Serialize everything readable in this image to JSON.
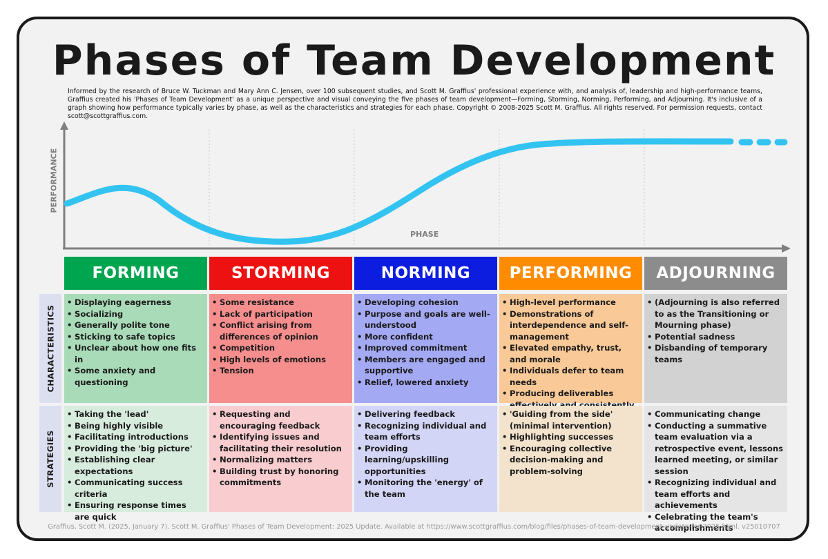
{
  "title": "Phases of Team Development",
  "intro": "Informed by the research of Bruce W. Tuckman and Mary Ann C. Jensen, over 100 subsequent studies, and Scott M. Graffius' professional experience with, and analysis of, leadership and high-performance teams, Graffius created his 'Phases of Team Development' as a unique perspective and visual conveying the five phases of team development—Forming, Storming, Norming, Performing, and Adjourning. It's inclusive of a graph showing how performance typically varies by phase, as well as the characteristics and strategies for each phase. Copyright © 2008-2025 Scott M. Graffius. All rights reserved. For permission requests, contact scott@scottgraffius.com.",
  "graph": {
    "y_axis_label": "PERFORMANCE",
    "x_axis_label": "PHASE",
    "curve_color": "#33c3f0",
    "axis_color": "#7f7f7f"
  },
  "row_labels": {
    "characteristics": "CHARACTERISTICS",
    "strategies": "STRATEGIES"
  },
  "phases": [
    {
      "name": "FORMING",
      "header_color": "#00a54f",
      "char_bg": "#a9dbb8",
      "strat_bg": "#d7ecdd",
      "characteristics": [
        "Displaying eagerness",
        "Socializing",
        "Generally polite tone",
        "Sticking to safe topics",
        "Unclear about how one fits in",
        "Some anxiety and questioning"
      ],
      "strategies": [
        "Taking the 'lead'",
        "Being highly visible",
        "Facilitating introductions",
        "Providing the 'big picture'",
        "Establishing clear expectations",
        "Communicating success criteria",
        "Ensuring response times are quick"
      ]
    },
    {
      "name": "STORMING",
      "header_color": "#ee1111",
      "char_bg": "#f78e8e",
      "strat_bg": "#f9cdd0",
      "characteristics": [
        "Some resistance",
        "Lack of participation",
        "Conflict arising from differences of opinion",
        "Competition",
        "High levels of emotions",
        "Tension"
      ],
      "strategies": [
        "Requesting and encouraging feedback",
        "Identifying issues and facilitating their resolution",
        "Normalizing matters",
        "Building trust by honoring commitments"
      ]
    },
    {
      "name": "NORMING",
      "header_color": "#0d1de0",
      "char_bg": "#a4a9f4",
      "strat_bg": "#d2d5f5",
      "characteristics": [
        "Developing cohesion",
        "Purpose and goals are well-understood",
        "More confident",
        "Improved commitment",
        "Members are engaged and supportive",
        "Relief, lowered anxiety"
      ],
      "strategies": [
        "Delivering feedback",
        "Recognizing individual and team efforts",
        "Providing learning/upskilling opportunities",
        "Monitoring the 'energy' of the team"
      ]
    },
    {
      "name": "PERFORMING",
      "header_color": "#ff8c00",
      "char_bg": "#f9c997",
      "strat_bg": "#f3e3cc",
      "characteristics": [
        "High-level performance",
        "Demonstrations of interdependence and self-management",
        "Elevated empathy, trust, and morale",
        "Individuals defer to team needs",
        "Producing deliverables effectively and consistently"
      ],
      "strategies": [
        "'Guiding from the side' (minimal intervention)",
        "Highlighting successes",
        "Encouraging collective decision-making and problem-solving"
      ]
    },
    {
      "name": "ADJOURNING",
      "header_color": "#8c8c8c",
      "char_bg": "#d2d2d2",
      "strat_bg": "#e5e5e5",
      "characteristics": [
        "(Adjourning is also referred to as the Transitioning or Mourning phase)",
        "Potential sadness",
        "Disbanding of temporary teams"
      ],
      "strategies": [
        "Communicating change",
        "Conducting a summative team evaluation via a retrospective event, lessons learned meeting, or similar session",
        "Recognizing individual and team efforts and achievements",
        "Celebrating the team's accomplishments"
      ]
    }
  ],
  "citation": "Graffius, Scott M. (2025, January 7). Scott M. Graffius' Phases of Team Development: 2025 Update. Available at https://www.scottgraffius.com/blog/files/phases-of-team-development-update-for-2025.html. v25010707"
}
